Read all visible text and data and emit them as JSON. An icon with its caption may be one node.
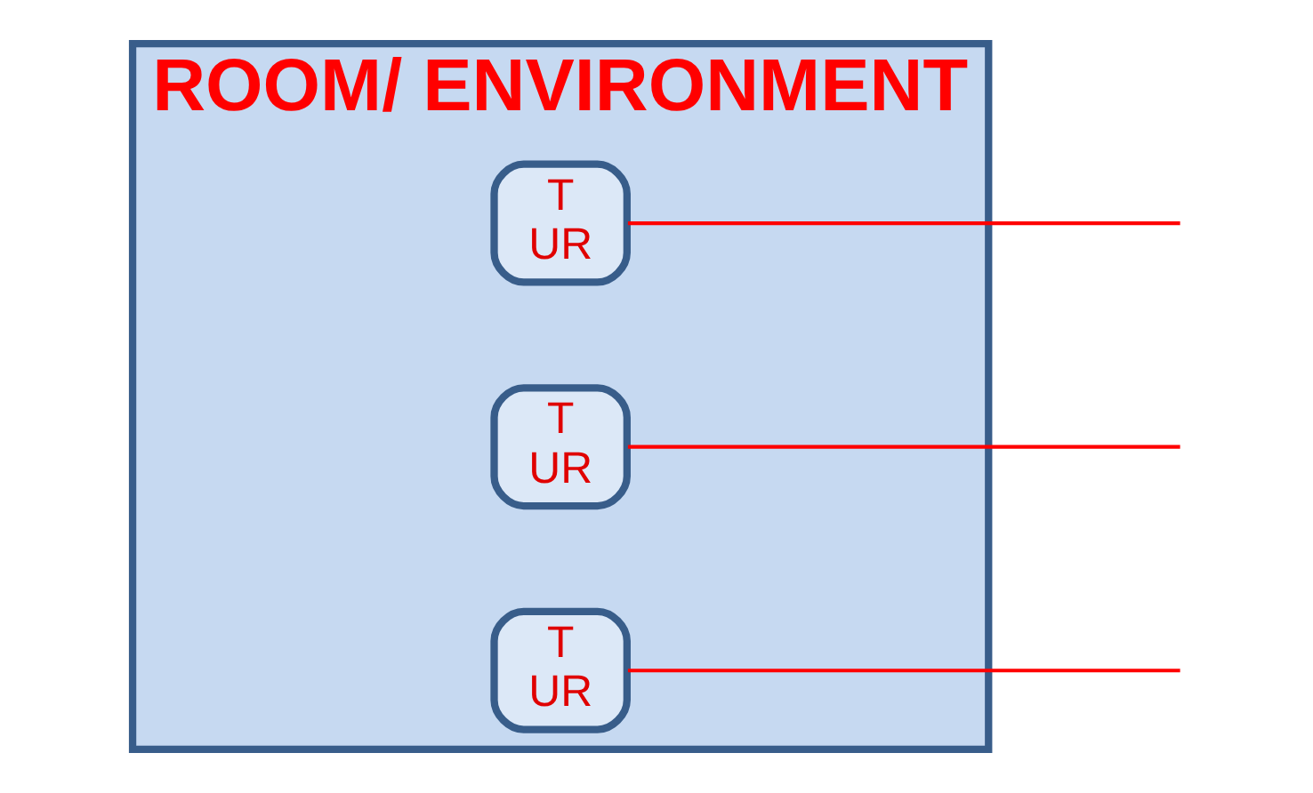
{
  "diagram": {
    "nodes": [
      {
        "text": [
          "ROOM/ ENVIRONMENT"
        ]
      },
      {
        "text": [
          "T",
          "UR"
        ],
        "in": 0
      },
      {
        "text": [
          "T",
          "UR"
        ],
        "in": 0
      },
      {
        "text": [
          "T",
          "UR"
        ],
        "in": 0
      }
    ],
    "edges": [
      {
        "from": 1,
        "to": null,
        "arrow": "none"
      },
      {
        "from": 2,
        "to": null,
        "arrow": "none"
      },
      {
        "from": 3,
        "to": null,
        "arrow": "none"
      }
    ]
  }
}
